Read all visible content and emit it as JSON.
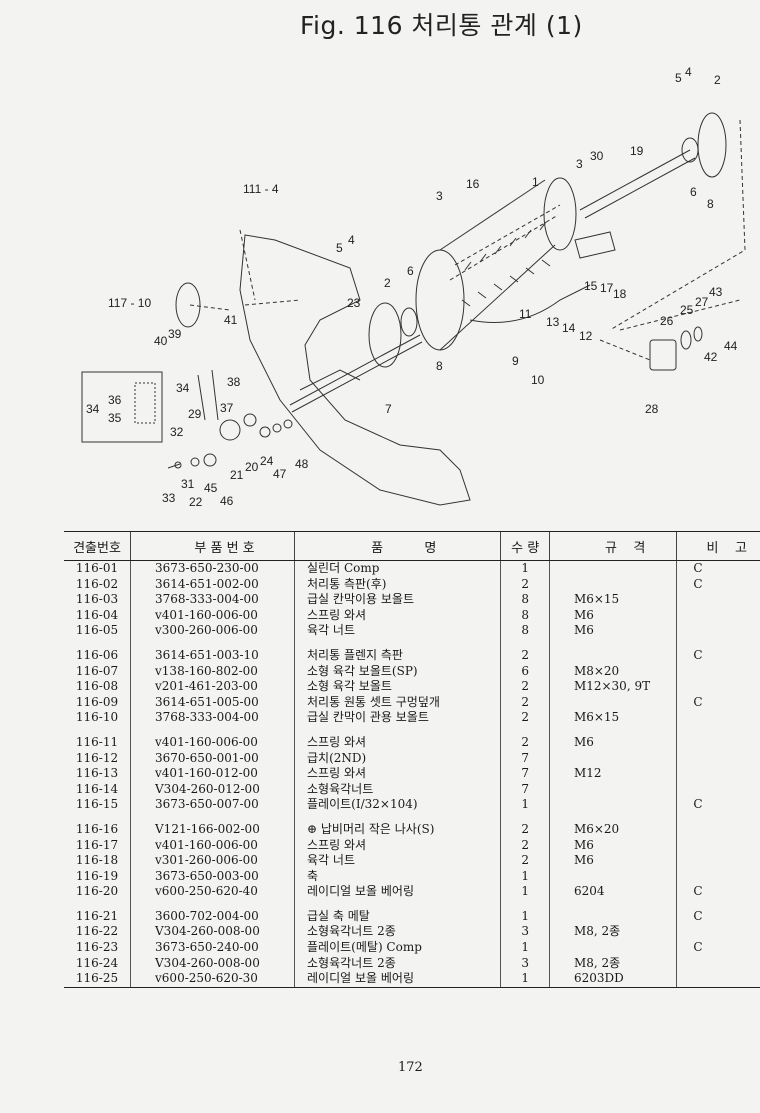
{
  "title": "Fig. 116  처리통 관계 (1)",
  "diagram": {
    "callouts": [
      "5",
      "4",
      "2",
      "3",
      "30",
      "19",
      "6",
      "8",
      "16",
      "1",
      "3",
      "111 - 4",
      "5",
      "4",
      "6",
      "2",
      "23",
      "15",
      "17",
      "18",
      "117 - 10",
      "41",
      "39",
      "40",
      "11",
      "13",
      "14",
      "12",
      "9",
      "10",
      "8",
      "26",
      "25",
      "27",
      "43",
      "42",
      "44",
      "7",
      "28",
      "34",
      "38",
      "36",
      "35",
      "34",
      "29",
      "37",
      "32",
      "24",
      "20",
      "21",
      "47",
      "48",
      "31",
      "45",
      "46",
      "33",
      "22"
    ]
  },
  "table": {
    "headers": [
      "견출번호",
      "부 품 번 호",
      "품          명",
      "수 량",
      "규    격",
      "비    고"
    ],
    "rows": [
      {
        "no": "116-01",
        "part": "3673-650-230-00",
        "name": "실린더 Comp",
        "qty": "1",
        "spec": "",
        "note": "C"
      },
      {
        "no": "116-02",
        "part": "3614-651-002-00",
        "name": "처리통 측판(후)",
        "qty": "2",
        "spec": "",
        "note": "C"
      },
      {
        "no": "116-03",
        "part": "3768-333-004-00",
        "name": "급실 칸막이용 보올트",
        "qty": "8",
        "spec": "M6×15",
        "note": ""
      },
      {
        "no": "116-04",
        "part": "v401-160-006-00",
        "name": "스프링 와셔",
        "qty": "8",
        "spec": "M6",
        "note": ""
      },
      {
        "no": "116-05",
        "part": "v300-260-006-00",
        "name": "육각 너트",
        "qty": "8",
        "spec": "M6",
        "note": ""
      },
      {
        "no": "116-06",
        "part": "3614-651-003-10",
        "name": "처리통 플렌지 측판",
        "qty": "2",
        "spec": "",
        "note": "C"
      },
      {
        "no": "116-07",
        "part": "v138-160-802-00",
        "name": "소형 육각 보올트(SP)",
        "qty": "6",
        "spec": "M8×20",
        "note": ""
      },
      {
        "no": "116-08",
        "part": "v201-461-203-00",
        "name": "소형 육각 보올트",
        "qty": "2",
        "spec": "M12×30, 9T",
        "note": ""
      },
      {
        "no": "116-09",
        "part": "3614-651-005-00",
        "name": "처리통 원통 셋트 구멍덮개",
        "qty": "2",
        "spec": "",
        "note": "C"
      },
      {
        "no": "116-10",
        "part": "3768-333-004-00",
        "name": "급실 칸막이 관용 보올트",
        "qty": "2",
        "spec": "M6×15",
        "note": ""
      },
      {
        "no": "116-11",
        "part": "v401-160-006-00",
        "name": "스프링 와셔",
        "qty": "2",
        "spec": "M6",
        "note": ""
      },
      {
        "no": "116-12",
        "part": "3670-650-001-00",
        "name": "급치(2ND)",
        "qty": "7",
        "spec": "",
        "note": ""
      },
      {
        "no": "116-13",
        "part": "v401-160-012-00",
        "name": "스프링 와셔",
        "qty": "7",
        "spec": "M12",
        "note": ""
      },
      {
        "no": "116-14",
        "part": "V304-260-012-00",
        "name": "소형육각너트",
        "qty": "7",
        "spec": "",
        "note": ""
      },
      {
        "no": "116-15",
        "part": "3673-650-007-00",
        "name": "플레이트(I/32×104)",
        "qty": "1",
        "spec": "",
        "note": "C"
      },
      {
        "no": "116-16",
        "part": "V121-166-002-00",
        "name": "⊕ 납비머리 작은 나사(S)",
        "qty": "2",
        "spec": "M6×20",
        "note": ""
      },
      {
        "no": "116-17",
        "part": "v401-160-006-00",
        "name": "스프링 와셔",
        "qty": "2",
        "spec": "M6",
        "note": ""
      },
      {
        "no": "116-18",
        "part": "v301-260-006-00",
        "name": "육각 너트",
        "qty": "2",
        "spec": "M6",
        "note": ""
      },
      {
        "no": "116-19",
        "part": "3673-650-003-00",
        "name": "축",
        "qty": "1",
        "spec": "",
        "note": ""
      },
      {
        "no": "116-20",
        "part": "v600-250-620-40",
        "name": "레이디얼 보올 베어링",
        "qty": "1",
        "spec": "6204",
        "note": "C"
      },
      {
        "no": "116-21",
        "part": "3600-702-004-00",
        "name": "급실 축 메탈",
        "qty": "1",
        "spec": "",
        "note": "C"
      },
      {
        "no": "116-22",
        "part": "V304-260-008-00",
        "name": "소형육각너트 2종",
        "qty": "3",
        "spec": "M8, 2종",
        "note": ""
      },
      {
        "no": "116-23",
        "part": "3673-650-240-00",
        "name": "플레이트(메탈) Comp",
        "qty": "1",
        "spec": "",
        "note": "C"
      },
      {
        "no": "116-24",
        "part": "V304-260-008-00",
        "name": "소형육각너트 2종",
        "qty": "3",
        "spec": "M8, 2종",
        "note": ""
      },
      {
        "no": "116-25",
        "part": "v600-250-620-30",
        "name": "레이디얼 보올 베어링",
        "qty": "1",
        "spec": "6203DD",
        "note": ""
      }
    ]
  },
  "page_number": "172"
}
